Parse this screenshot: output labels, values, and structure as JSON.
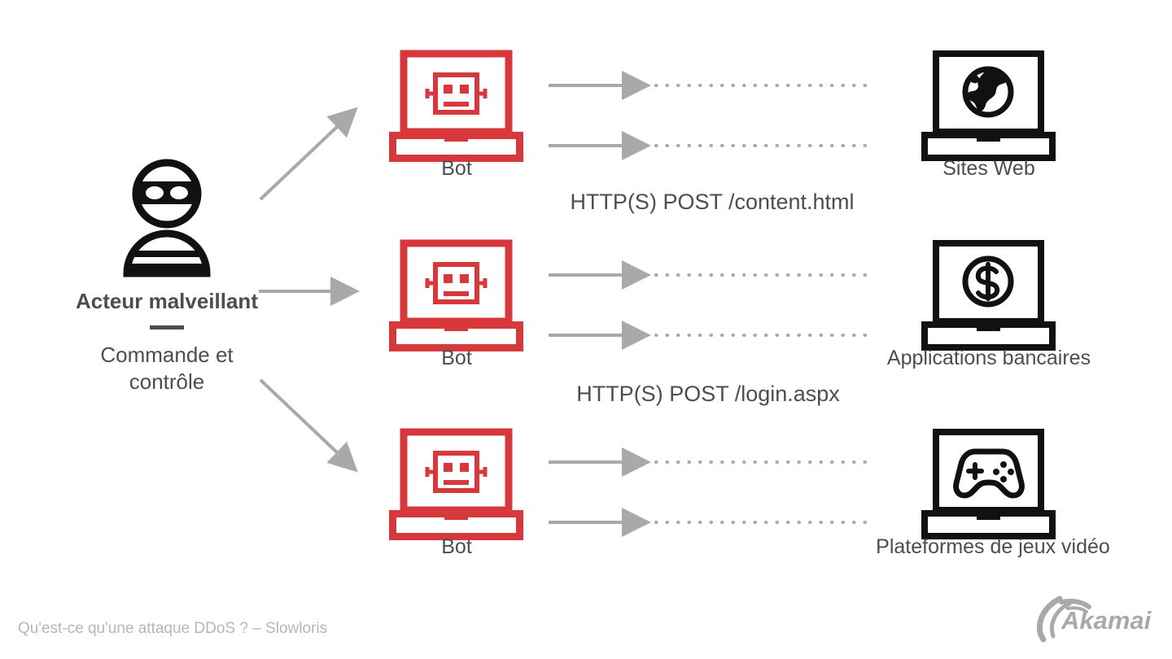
{
  "diagram": {
    "title": "Qu'est-ce qu'une attaque DDoS ? – Slowloris",
    "colors": {
      "bot_red": "#d6383b",
      "target_black": "#111111",
      "text_dark": "#4a4e54",
      "arrow_gray": "#a9a9a9",
      "footer_gray": "#b3b6bb",
      "background": "#ffffff"
    },
    "attacker": {
      "icon": "burglar-icon",
      "title": "Acteur malveillant",
      "subtitle_line1": "Commande et",
      "subtitle_line2": "contrôle"
    },
    "bots": [
      {
        "icon": "bot-laptop-icon",
        "label": "Bot"
      },
      {
        "icon": "bot-laptop-icon",
        "label": "Bot"
      },
      {
        "icon": "bot-laptop-icon",
        "label": "Bot"
      }
    ],
    "targets": [
      {
        "icon": "globe-laptop-icon",
        "label": "Sites Web"
      },
      {
        "icon": "dollar-laptop-icon",
        "label": "Applications bancaires"
      },
      {
        "icon": "gamepad-laptop-icon",
        "label": "Plateformes de jeux vidéo"
      }
    ],
    "flows": [
      {
        "label": "HTTP(S) POST /content.html"
      },
      {
        "label": "HTTP(S) POST /login.aspx"
      }
    ],
    "brand": {
      "name": "Akamai",
      "logo": "akamai-logo"
    }
  }
}
